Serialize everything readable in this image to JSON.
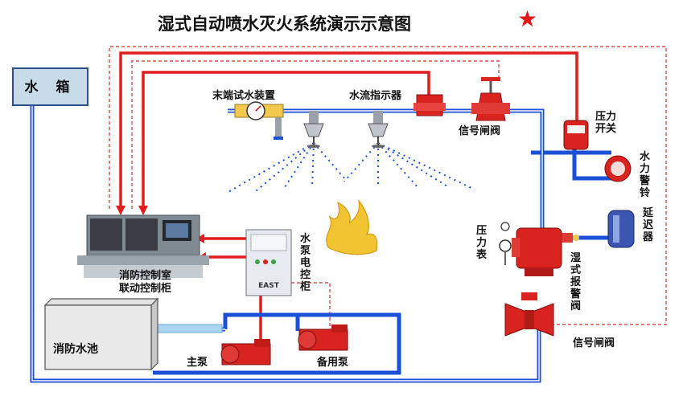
{
  "title": "湿式自动喷水灭火系统演示示意图",
  "title_star": "★",
  "labels": {
    "water_tank": "水 箱",
    "end_test_device": "末端试水装置",
    "flow_indicator": "水流指示器",
    "signal_valve_top": "信号闸阀",
    "pressure_switch": "压力开关",
    "water_alarm_bell": "水力警铃",
    "retard_chamber": "延迟器",
    "pressure_gauge": "压力表",
    "wet_alarm_valve": "湿式报警阀",
    "signal_valve_bottom": "信号闸阀",
    "pump_control_cabinet": "水泵电控柜",
    "control_room_line1": "消防控制室",
    "control_room_line2": "联动控制柜",
    "fire_pool": "消防水池",
    "main_pump": "主泵",
    "standby_pump": "备用泵"
  },
  "cabinet_brand": "EAST",
  "colors": {
    "water_pipe": "#1b4fd6",
    "signal_line": "#e11c1c",
    "dashed_line": "#c9302c",
    "equipment_red": "#d8231f",
    "fire": "#f1c431"
  }
}
